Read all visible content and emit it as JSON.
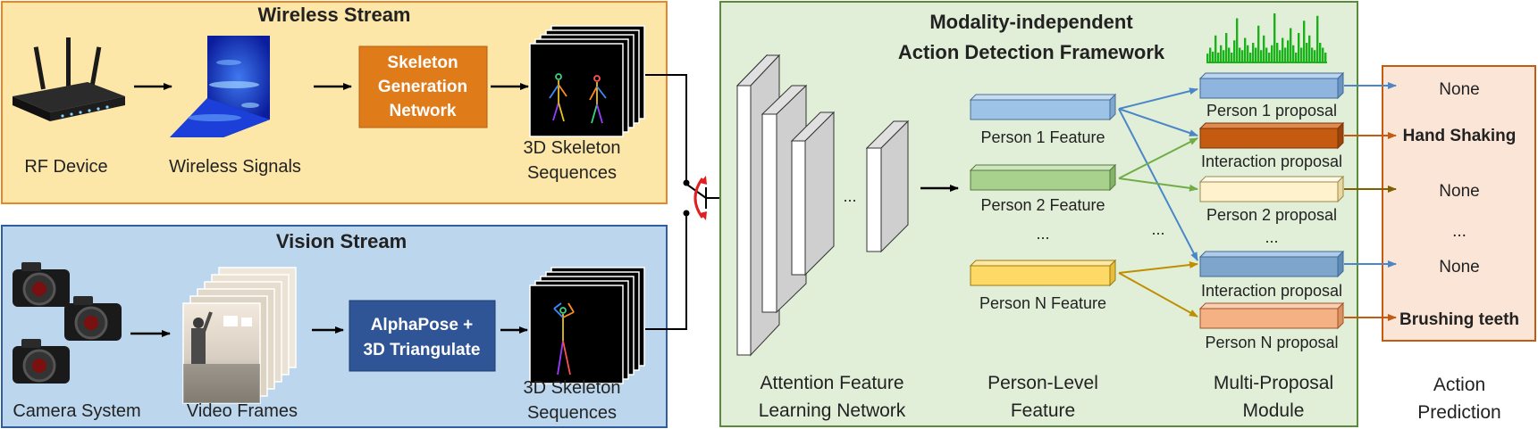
{
  "wireless": {
    "title": "Wireless Stream",
    "rf_label": "RF Device",
    "signals_label": "Wireless Signals",
    "net_line1": "Skeleton",
    "net_line2": "Generation",
    "net_line3": "Network",
    "seq_line1": "3D Skeleton",
    "seq_line2": "Sequences"
  },
  "vision": {
    "title": "Vision Stream",
    "camera_label": "Camera System",
    "frames_label": "Video Frames",
    "pose_line1": "AlphaPose +",
    "pose_line2": "3D Triangulate",
    "seq_line1": "3D Skeleton",
    "seq_line2": "Sequences"
  },
  "framework": {
    "title_line1": "Modality-independent",
    "title_line2": "Action Detection Framework",
    "afl_ellipsis": "...",
    "features": [
      "Person 1 Feature",
      "Person 2 Feature",
      "Person N Feature"
    ],
    "features_ellipsis": "...",
    "middle_ellipsis": "...",
    "proposals": [
      "Person 1 proposal",
      "Interaction proposal",
      "Person 2 proposal",
      "Interaction proposal",
      "Person N proposal"
    ],
    "proposals_ellipsis": "...",
    "col_afl_line1": "Attention Feature",
    "col_afl_line2": "Learning Network",
    "col_plf_line1": "Person-Level",
    "col_plf_line2": "Feature",
    "col_mpm_line1": "Multi-Proposal",
    "col_mpm_line2": "Module"
  },
  "prediction": {
    "items": [
      "None",
      "Hand Shaking",
      "None",
      "...",
      "None",
      "Brushing teeth"
    ],
    "col_line1": "Action",
    "col_line2": "Prediction"
  },
  "histogram": {
    "values": [
      0.18,
      0.3,
      0.22,
      0.55,
      0.2,
      0.35,
      0.25,
      0.6,
      0.3,
      0.2,
      0.45,
      0.9,
      0.3,
      0.25,
      0.5,
      0.35,
      0.2,
      0.4,
      0.3,
      0.75,
      0.25,
      0.55,
      0.3,
      0.2,
      0.35,
      1.0,
      0.4,
      0.25,
      0.5,
      0.3,
      0.45,
      0.7,
      0.35,
      0.2,
      0.6,
      0.3,
      0.85,
      0.4,
      0.55,
      0.3,
      0.25,
      0.95,
      0.4,
      0.3,
      0.2
    ]
  },
  "colors": {
    "wireless_bg": "#fde7a8",
    "wireless_border": "#e8862a",
    "vision_bg": "#bcd6ee",
    "vision_border": "#2f5d9e",
    "framework_bg": "#e2efd8",
    "framework_border": "#5a8a3a",
    "prediction_bg": "#fbe5d6",
    "prediction_border": "#c55a11",
    "skeleton_net": "#e07b1a",
    "alphapose": "#2f5597",
    "feature_blue": "#9dc3e6",
    "feature_green": "#a9d18e",
    "feature_yellow": "#ffd966",
    "prop_blue": "#8fb4de",
    "prop_orange": "#c55a11",
    "prop_cream": "#fff2cc",
    "prop_steel": "#7ea6cc",
    "prop_salmon": "#f4b183",
    "arrow_blue": "#4a86c8",
    "arrow_orange": "#c55a11",
    "arrow_green": "#70ad47",
    "arrow_gold": "#bf8f00",
    "arrow_brown": "#7f6000",
    "hist_green": "#19b319",
    "switch_red": "#e02020"
  }
}
